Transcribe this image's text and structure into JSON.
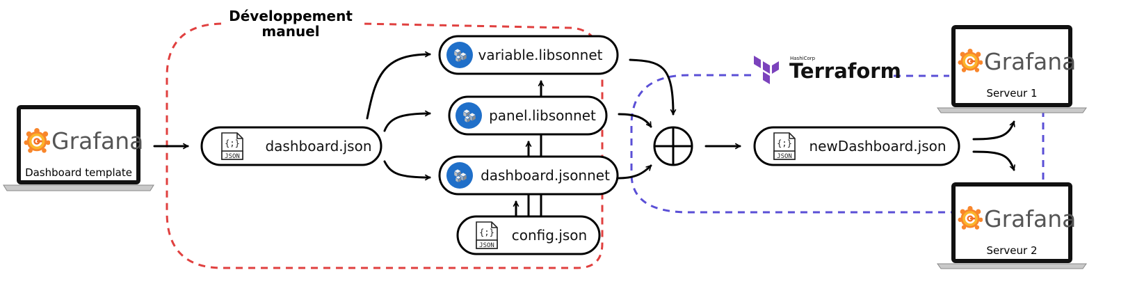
{
  "title_line1": "Développement",
  "title_line2": "manuel",
  "source": {
    "brand": "Grafana",
    "label": "Dashboard template"
  },
  "nodes": {
    "dashboard_json": "dashboard.json",
    "variable_lib": "variable.libsonnet",
    "panel_lib": "panel.libsonnet",
    "dashboard_jsonnet": "dashboard.jsonnet",
    "config_json": "config.json",
    "new_dashboard": "newDashboard.json"
  },
  "json_icon_label": "JSON",
  "json_icon_brace": "{;}",
  "terraform": {
    "vendor": "HashiCorp",
    "name": "Terraform"
  },
  "servers": [
    {
      "brand": "Grafana",
      "label": "Serveur 1"
    },
    {
      "brand": "Grafana",
      "label": "Serveur 2"
    }
  ],
  "colors": {
    "manual_boundary": "#e0403f",
    "terraform_path": "#5a4fd6",
    "terraform_logo": "#7b42bc",
    "jsonnet_icon": "#1f6fc9",
    "grafana_orange": "#f26b21",
    "grafana_yellow": "#fbb52b"
  },
  "icons": {
    "grafana": "grafana-logo-icon",
    "json": "json-file-icon",
    "jsonnet": "jsonnet-logo-icon",
    "terraform": "terraform-logo-icon",
    "plus": "plus-circle-icon"
  }
}
